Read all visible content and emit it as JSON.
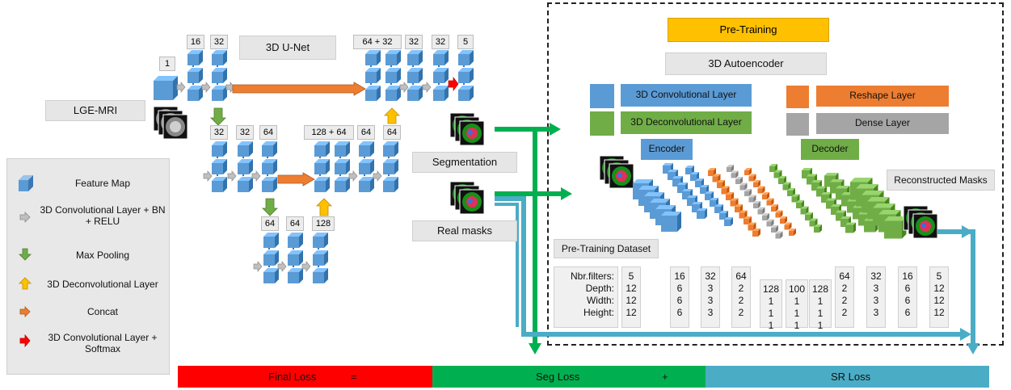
{
  "unet": {
    "title": "3D U-Net",
    "input_label": "LGE-MRI",
    "output_label": "Segmentation",
    "real_masks_label": "Real masks",
    "counts": {
      "in": "1",
      "l1a": "16",
      "l1b": "32",
      "l1c": "64 + 32",
      "l1d": "32",
      "l1e": "32",
      "l1f": "5",
      "l2a": "32",
      "l2b": "32",
      "l2c": "64",
      "l2d": "128 + 64",
      "l2e": "64",
      "l2f": "64",
      "l3a": "64",
      "l3b": "64",
      "l3c": "128"
    }
  },
  "autoencoder": {
    "pretraining_title": "Pre-Training",
    "title": "3D Autoencoder",
    "conv_label": "3D Convolutional Layer",
    "deconv_label": "3D Deconvolutional Layer",
    "reshape_label": "Reshape Layer",
    "dense_label": "Dense Layer",
    "encoder_label": "Encoder",
    "decoder_label": "Decoder",
    "reconstructed_label": "Reconstructed Masks",
    "dataset_label": "Pre-Training Dataset",
    "row_labels": [
      "Nbr.filters:",
      "Depth:",
      "Width:",
      "Height:"
    ],
    "columns": [
      [
        "5",
        "12",
        "12",
        "12"
      ],
      [
        "16",
        "6",
        "6",
        "6"
      ],
      [
        "32",
        "3",
        "3",
        "3"
      ],
      [
        "64",
        "2",
        "2",
        "2"
      ],
      [
        "128",
        "1",
        "1",
        "1"
      ],
      [
        "100",
        "1",
        "1",
        "1"
      ],
      [
        "128",
        "1",
        "1",
        "1"
      ],
      [
        "64",
        "2",
        "2",
        "2"
      ],
      [
        "32",
        "3",
        "3",
        "3"
      ],
      [
        "16",
        "6",
        "6",
        "6"
      ],
      [
        "5",
        "12",
        "12",
        "12"
      ]
    ]
  },
  "legend": {
    "feature_map": "Feature Map",
    "conv_bn_relu": "3D Convolutional Layer + BN + RELU",
    "max_pooling": "Max Pooling",
    "deconv": "3D Deconvolutional Layer",
    "concat": "Concat",
    "conv_softmax": "3D Convolutional Layer + Softmax"
  },
  "loss": {
    "final": "Final Loss",
    "equals": "=",
    "seg": "Seg Loss",
    "plus": "+",
    "sr": "SR Loss"
  },
  "colors": {
    "conv_blue": "#5b9bd5",
    "deconv_green": "#70ad47",
    "reshape_orange": "#ed7d31",
    "dense_gray": "#a5a5a5",
    "pretraining_yellow": "#ffc000",
    "loss_red": "#ff0000",
    "loss_green": "#00b050",
    "loss_teal": "#4bacc6"
  }
}
